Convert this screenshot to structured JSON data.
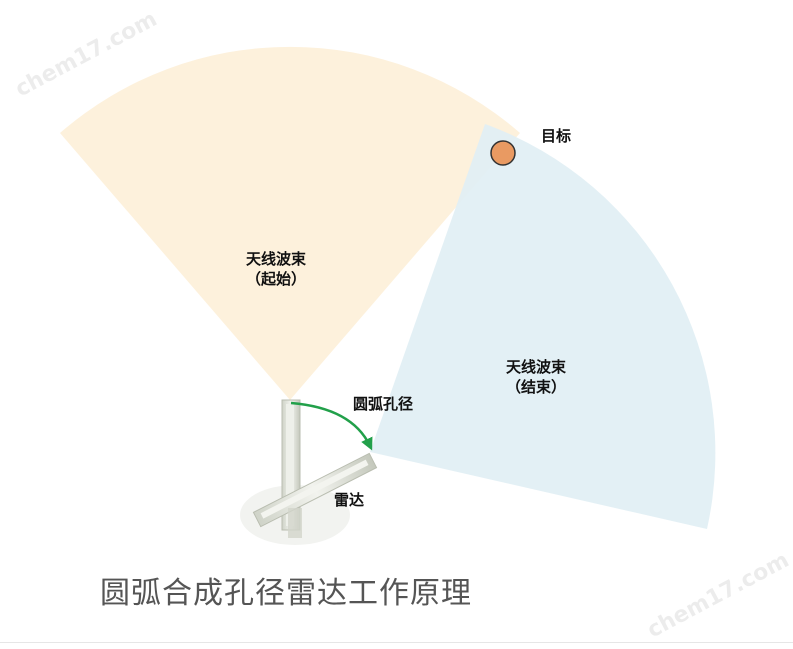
{
  "title": "圆弧合成孔径雷达工作原理",
  "labels": {
    "target": "目标",
    "beam_start_line1": "天线波束",
    "beam_start_line2": "（起始）",
    "beam_end_line1": "天线波束",
    "beam_end_line2": "（结束）",
    "arc_aperture": "圆弧孔径",
    "radar": "雷达"
  },
  "watermark": "chem17.com",
  "colors": {
    "beam_start": "#fdf1dc",
    "beam_end": "#e1eff4",
    "target": "#e99a62",
    "arc_arrow": "#22a04a",
    "caption": "#555555"
  }
}
